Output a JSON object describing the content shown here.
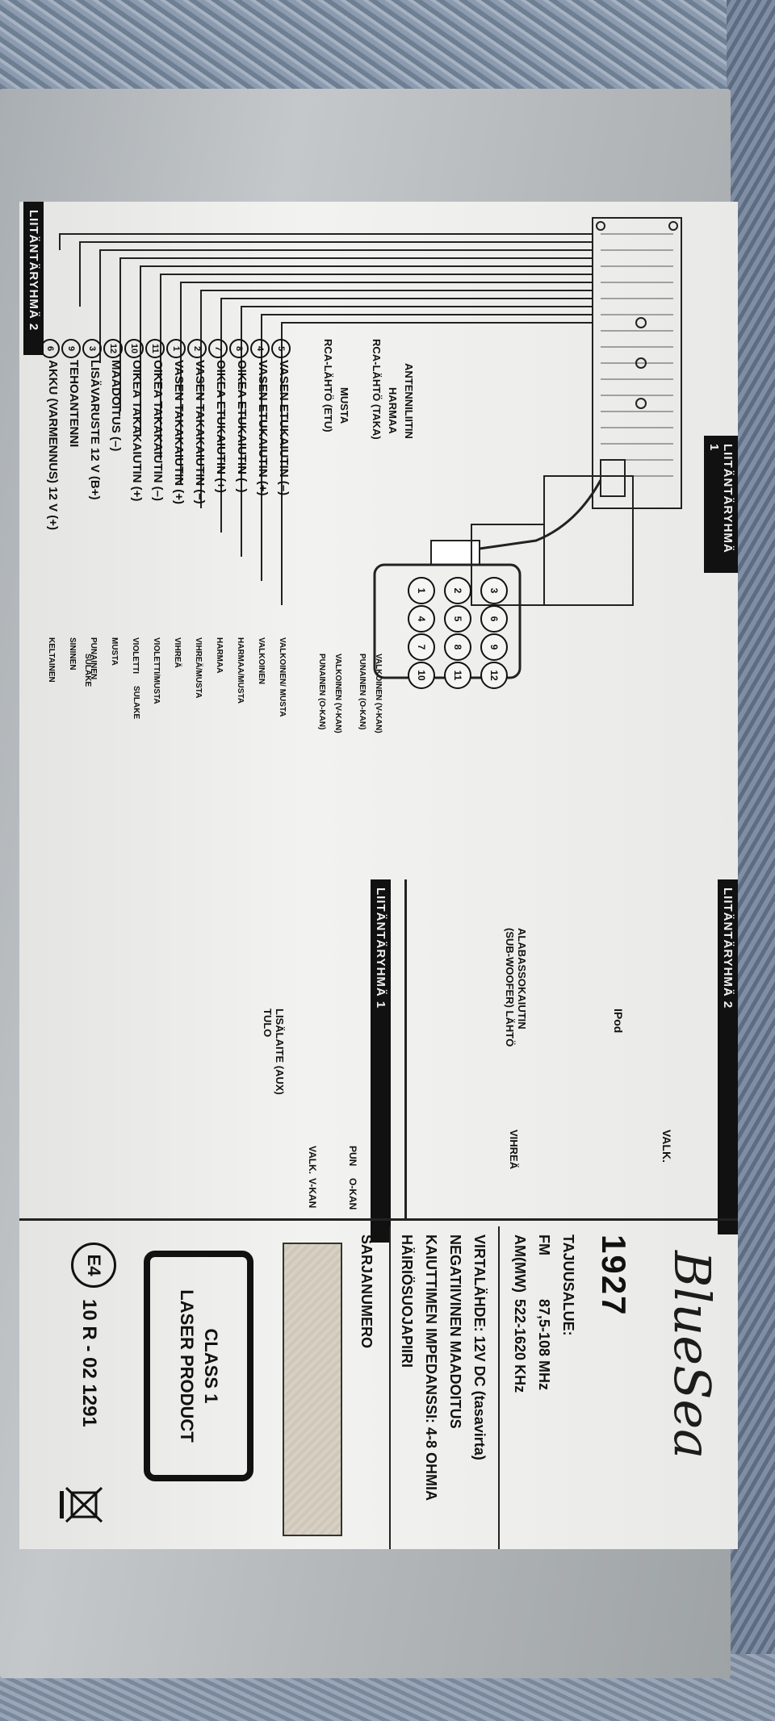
{
  "groups": {
    "group1_top": "LIITÄNTÄRYHMÄ 1",
    "group2_top": "LIITÄNTÄRYHMÄ 2",
    "group2_mid": "LIITÄNTÄRYHMÄ 2",
    "group1_mid": "LIITÄNTÄRYHMÄ 1"
  },
  "antenna": "ANTENNILIITIN",
  "wires": [
    {
      "num": "6",
      "label": "AKKU (VARMENNUS) 12 V (+)",
      "color": "KELTAINEN"
    },
    {
      "num": "9",
      "label": "TEHOANTENNI",
      "color": "SININEN"
    },
    {
      "num": "3",
      "label": "LISÄVARUSTE 12 V (B+)",
      "color": "PUNAINEN"
    },
    {
      "num": "12",
      "label": "MAADOITUS (–)",
      "color": "MUSTA"
    },
    {
      "num": "10",
      "label": "OIKEA TAKAKAIUTIN (+)",
      "color": "VIOLETTI"
    },
    {
      "num": "11",
      "label": "OIKEA TAKAKAIUTIN (–)",
      "color": "VIOLETTI/MUSTA"
    },
    {
      "num": "1",
      "label": "VASEN TAKAKAIUTIN (+)",
      "color": "VIHREÄ"
    },
    {
      "num": "2",
      "label": "VASEN TAKAKAIUTIN (–)",
      "color": "VIHREÄ/MUSTA"
    },
    {
      "num": "7",
      "label": "OIKEA ETUKAIUTIN (+)",
      "color": "HARMAA"
    },
    {
      "num": "8",
      "label": "OIKEA ETUKAIUTIN (–)",
      "color": "HARMAA/MUSTA"
    },
    {
      "num": "4",
      "label": "VASEN ETUKAIUTIN (+)",
      "color": "VALKOINEN"
    },
    {
      "num": "5",
      "label": "VASEN ETUKAIUTIN (–)",
      "color": "VALKOINEN/ MUSTA"
    }
  ],
  "fuse": "SULAKE",
  "fuse2": "SULAKE",
  "rca": {
    "front": "RCA-LÄHTÖ (ETU)",
    "front_color": "MUSTA",
    "rear": "RCA-LÄHTÖ (TAKA)",
    "rear_color": "HARMAA",
    "plugs": [
      "PUNAINEN (O-KAN)",
      "VALKOINEN (V-KAN)",
      "PUNAINEN (O-KAN)",
      "VALKOINEN (V-KAN)"
    ]
  },
  "connector_pins": [
    "3",
    "2",
    "1",
    "6",
    "5",
    "4",
    "9",
    "8",
    "7",
    "12",
    "11",
    "10"
  ],
  "ipod": {
    "label": "IPod",
    "color": "VALK."
  },
  "subwoofer": {
    "label": "ALABASSOKAIUTIN (SUB-WOOFER) LÄHTÖ",
    "color": "VIHREÄ"
  },
  "aux": {
    "label": "LISÄLAITE (AUX) TULO",
    "pun": "PUN",
    "okan": "O-KAN",
    "valk": "VALK.",
    "vkan": "V-KAN"
  },
  "brand": "BlueSea",
  "model": "1927",
  "specs": {
    "band_title": "TAJUUSALUE:",
    "fm": "FM",
    "fm_range": "87,5-108 MHz",
    "am": "AM(MW)",
    "am_range": "522-1620 KHz",
    "power": "VIRTALÄHDE: 12V DC (tasavirta)",
    "ground": "NEGATIIVINEN MAADOITUS",
    "impedance": "KAIUTTIMEN IMPEDANSSI: 4-8 OHMIA",
    "suppression": "HÄIRIÖSUOJAPIIRI",
    "serial": "SARJANUMERO"
  },
  "laser": {
    "line1": "CLASS 1",
    "line2": "LASER PRODUCT"
  },
  "approval": {
    "mark": "E4",
    "code": "10 R - 02 1291"
  },
  "colors": {
    "label_bg": "#efefed",
    "ink": "#111111",
    "metal": "#b6babd"
  }
}
